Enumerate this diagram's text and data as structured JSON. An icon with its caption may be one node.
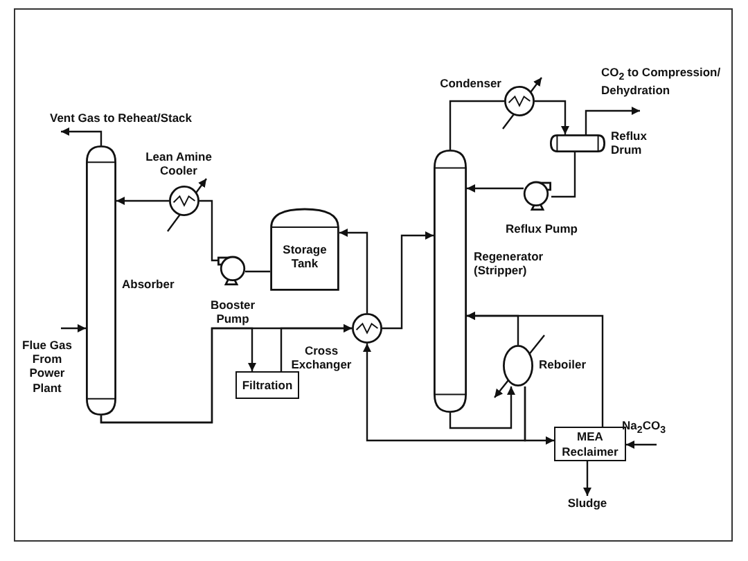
{
  "diagram": {
    "nodes": [
      {
        "text": [],
        "shape": "circle",
        "beside": [
          "Condenser"
        ]
      },
      {
        "text": [],
        "shape": "cylinder",
        "beside": [
          "Reflux Drum"
        ]
      },
      {
        "text": [],
        "shape": "circle",
        "beside": [
          "Lean Amine Cooler"
        ]
      },
      {
        "text": [],
        "shape": "cylinder",
        "beside": [
          "Absorber"
        ]
      },
      {
        "text": [],
        "shape": "pump",
        "beside": [
          "Reflux Pump"
        ]
      },
      {
        "text": [
          "Storage Tank"
        ]
      },
      {
        "text": [],
        "shape": "cylinder",
        "beside": [
          "Regenerator (Stripper)"
        ]
      },
      {
        "text": [],
        "shape": "pump",
        "beside": [
          "Booster Pump"
        ]
      },
      {
        "text": [],
        "shape": "circle",
        "beside": [
          "Cross Exchanger"
        ]
      },
      {
        "text": [
          "Filtration"
        ]
      },
      {
        "text": [],
        "shape": "circle",
        "beside": [
          "Reboiler"
        ]
      },
      {
        "text": [
          "MEA Reclaimer"
        ]
      },
      {
        "text": [
          "CO$_{2}$ to Compression/ Dehydration"
        ]
      },
      {
        "text": [
          "Vent Gas to Reheat/Stack"
        ]
      },
      {
        "text": [
          "Flue Gas From Power Plant"
        ]
      },
      {
        "text": [
          "Na$_{2}$CO$_{3}$"
        ]
      },
      {
        "text": [
          "Sludge"
        ]
      }
    ],
    "edges": [
      {
        "from": 3,
        "to": 13,
        "arrow": "to"
      },
      {
        "from": 14,
        "to": 3,
        "arrow": "to"
      },
      {
        "from": 2,
        "to": 3,
        "arrow": "to"
      },
      {
        "from": 7,
        "to": 2,
        "arrow": "none"
      },
      {
        "from": 5,
        "to": 7,
        "arrow": "none"
      },
      {
        "from": 3,
        "to": 8,
        "arrow": "to"
      },
      {
        "from": 3,
        "to": 9,
        "arrow": "to"
      },
      {
        "from": 9,
        "to": 8,
        "arrow": "to"
      },
      {
        "from": 8,
        "to": 5,
        "arrow": "to"
      },
      {
        "from": 8,
        "to": 6,
        "arrow": "to"
      },
      {
        "from": 6,
        "to": 0,
        "arrow": "none"
      },
      {
        "from": 0,
        "to": 1,
        "arrow": "to"
      },
      {
        "from": 1,
        "to": 12,
        "arrow": "to"
      },
      {
        "from": 1,
        "to": 4,
        "arrow": "none"
      },
      {
        "from": 4,
        "to": 6,
        "arrow": "to"
      },
      {
        "from": 6,
        "to": 10,
        "arrow": "to"
      },
      {
        "from": 10,
        "to": 6,
        "arrow": "to"
      },
      {
        "from": 11,
        "to": 6,
        "arrow": "to"
      },
      {
        "from": 10,
        "to": 8,
        "arrow": "to"
      },
      {
        "from": 10,
        "to": 11,
        "arrow": "to"
      },
      {
        "from": 15,
        "to": 11,
        "arrow": "to"
      },
      {
        "from": 11,
        "to": 16,
        "arrow": "to"
      }
    ]
  }
}
